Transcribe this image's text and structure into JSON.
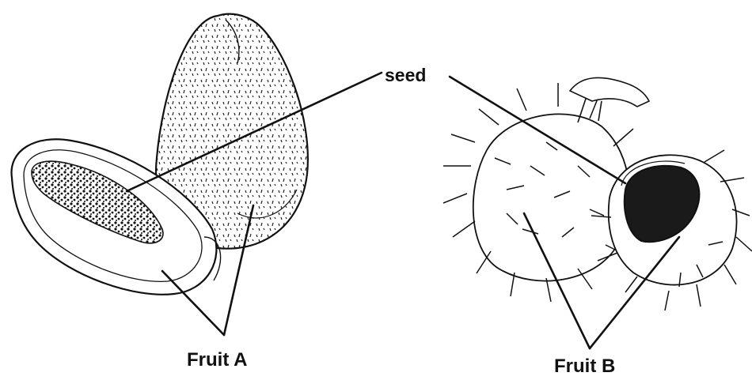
{
  "labels": {
    "seed": "seed",
    "fruit_a": "Fruit A",
    "fruit_b": "Fruit B"
  },
  "colors": {
    "ink": "#111111",
    "paper": "#ffffff"
  }
}
